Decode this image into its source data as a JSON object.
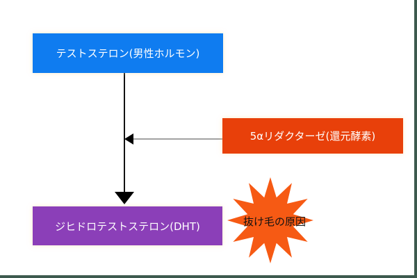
{
  "nodes": {
    "testosterone": "テストステロン(男性ホルモン)",
    "reductase": "5αリダクターゼ(還元酵素)",
    "dht": "ジヒドロテストステロン(DHT)",
    "cause": "抜け毛の原因"
  },
  "colors": {
    "blue": "#0f7cf0",
    "orange": "#e8400a",
    "purple": "#8b3fb8",
    "burst": "#f65a14"
  }
}
